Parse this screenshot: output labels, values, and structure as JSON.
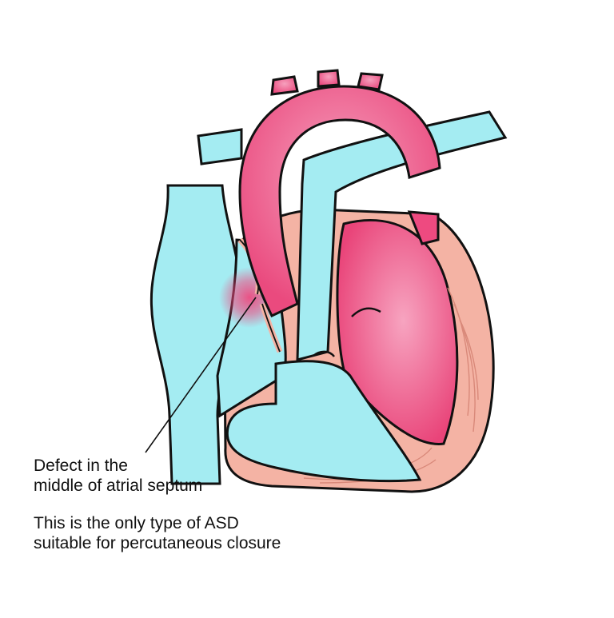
{
  "diagram": {
    "colors": {
      "oxygenated": "#ee4a80",
      "deoxygenated": "#a4ecf2",
      "wall": "#f4b3a4",
      "muscle_line": "#d9897a",
      "outline": "#111111",
      "defect_glow": "#ee4a80",
      "background": "#ffffff"
    },
    "defect_label": {
      "line1": "Defect in the",
      "line2": "middle of atrial septum"
    },
    "note": {
      "line1": "This is the only type of ASD",
      "line2": "suitable for percutaneous closure"
    }
  }
}
